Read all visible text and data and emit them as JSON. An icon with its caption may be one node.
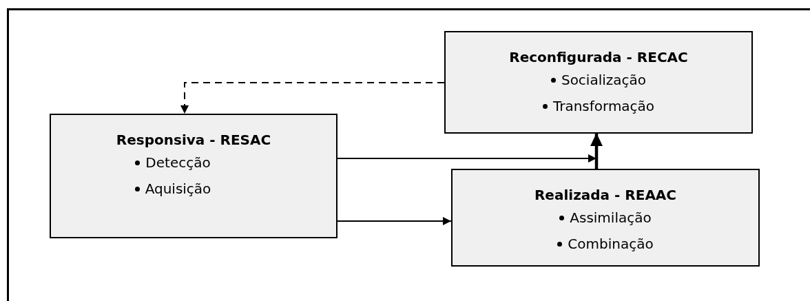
{
  "diagram": {
    "nodes": [
      {
        "text": [
          "Responsiva - RESAC",
          "Detecção",
          "Aquisição"
        ]
      },
      {
        "text": [
          "Reconfigurada - RECAC",
          "Socialização",
          "Transformação"
        ]
      },
      {
        "text": [
          "Realizada - REAAC",
          "Assimilação",
          "Combinação"
        ]
      }
    ],
    "edges": [
      {
        "from": 1,
        "to": 0,
        "arrow": "to",
        "style": "dashed"
      },
      {
        "from": 0,
        "to": 1,
        "arrow": "to"
      },
      {
        "from": 2,
        "to": 1,
        "arrow": "to",
        "style": "thick"
      },
      {
        "from": 0,
        "to": 2,
        "arrow": "to"
      }
    ]
  }
}
